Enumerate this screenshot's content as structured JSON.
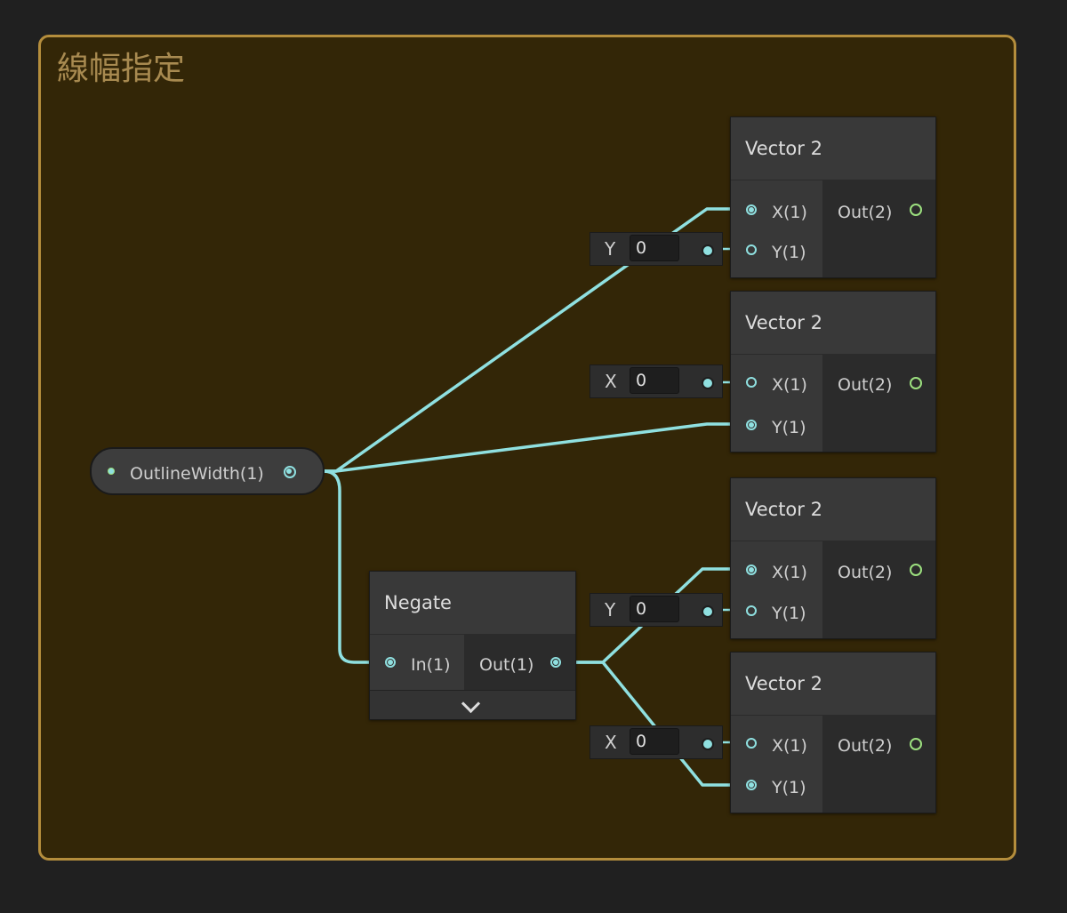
{
  "group": {
    "title": "線幅指定"
  },
  "property_node": {
    "label": "OutlineWidth(1)"
  },
  "negate_node": {
    "title": "Negate",
    "input": "In(1)",
    "output": "Out(1)"
  },
  "vector_nodes": [
    {
      "title": "Vector 2",
      "in_x": "X(1)",
      "in_y": "Y(1)",
      "out": "Out(2)"
    },
    {
      "title": "Vector 2",
      "in_x": "X(1)",
      "in_y": "Y(1)",
      "out": "Out(2)"
    },
    {
      "title": "Vector 2",
      "in_x": "X(1)",
      "in_y": "Y(1)",
      "out": "Out(2)"
    },
    {
      "title": "Vector 2",
      "in_x": "X(1)",
      "in_y": "Y(1)",
      "out": "Out(2)"
    }
  ],
  "constants": [
    {
      "label": "Y",
      "value": "0"
    },
    {
      "label": "X",
      "value": "0"
    },
    {
      "label": "Y",
      "value": "0"
    },
    {
      "label": "X",
      "value": "0"
    }
  ],
  "colors": {
    "wire": "#8fe0e0",
    "group_border": "#b48d3c",
    "group_bg": "#332607",
    "output_port": "#9ce07f"
  },
  "icons": {
    "expand": "chevron-down-icon"
  }
}
